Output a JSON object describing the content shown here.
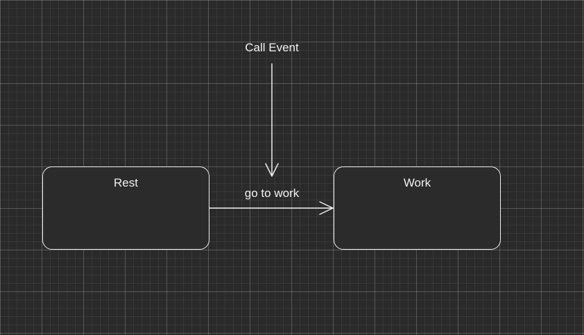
{
  "diagram": {
    "states": [
      {
        "id": "rest",
        "label": "Rest"
      },
      {
        "id": "work",
        "label": "Work"
      }
    ],
    "transitions": [
      {
        "from": "rest",
        "to": "work",
        "label": "go to work"
      }
    ],
    "events": [
      {
        "label": "Call Event",
        "target": "transition:go to work"
      }
    ]
  },
  "theme": {
    "background": "#2a2a2a",
    "stroke": "#f0f0f0",
    "text": "#f2f2f2"
  }
}
